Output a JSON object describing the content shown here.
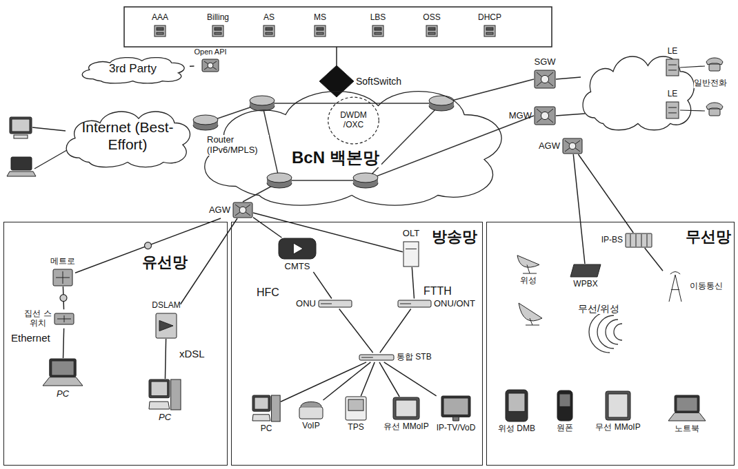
{
  "diagram": {
    "nodes": [
      {
        "text": [
          "AAA"
        ]
      },
      {
        "text": [
          "Billing"
        ]
      },
      {
        "text": [
          "AS"
        ]
      },
      {
        "text": [
          "MS"
        ]
      },
      {
        "text": [
          "LBS"
        ]
      },
      {
        "text": [
          "OSS"
        ]
      },
      {
        "text": [
          "DHCP"
        ]
      },
      {
        "text": [
          "3rd Party"
        ]
      },
      {
        "text": [
          "Open API"
        ]
      },
      {
        "text": [
          "SoftSwitch"
        ]
      },
      {
        "text": [
          "Internet (Best-Effort)"
        ]
      },
      {
        "text": [
          "BcN 백본망"
        ]
      },
      {
        "text": [
          "DWDM /OXC"
        ],
        "in": 11
      },
      {
        "text": [
          "SGW"
        ]
      },
      {
        "text": [
          "MGW"
        ]
      },
      {
        "text": [
          "LE"
        ]
      },
      {
        "text": [
          "LE"
        ]
      },
      {
        "text": [
          "AGW"
        ]
      },
      {
        "text": [
          "AGW"
        ]
      },
      {
        "text": [
          "유선망"
        ]
      },
      {
        "text": [
          "메트로"
        ],
        "in": 19
      },
      {
        "text": [
          "집선 스위치"
        ],
        "in": 19
      },
      {
        "text": [
          "PC"
        ],
        "in": 19
      },
      {
        "text": [
          "DSLAM"
        ],
        "in": 19
      },
      {
        "text": [
          "PC"
        ],
        "in": 19
      },
      {
        "text": [
          "방송망"
        ]
      },
      {
        "text": [
          "CMTS"
        ],
        "in": 25
      },
      {
        "text": [
          "OLT"
        ],
        "in": 25
      },
      {
        "text": [
          "ONU"
        ],
        "in": 25
      },
      {
        "text": [
          "ONU/ONT"
        ],
        "in": 25
      },
      {
        "text": [
          "통합 STB"
        ],
        "in": 25
      },
      {
        "text": [
          "PC"
        ],
        "in": 25
      },
      {
        "text": [
          "VoIP"
        ],
        "in": 25
      },
      {
        "text": [
          "TPS"
        ],
        "in": 25
      },
      {
        "text": [
          "유선 MMoIP"
        ],
        "in": 25
      },
      {
        "text": [
          "IP-TV/VoD"
        ],
        "in": 25
      },
      {
        "text": [
          "무선망"
        ]
      },
      {
        "text": [
          "위성"
        ],
        "in": 36
      },
      {
        "text": [
          "WPBX"
        ],
        "in": 36
      },
      {
        "text": [
          "IP-BS"
        ],
        "in": 36
      },
      {
        "text": [
          "이동통신"
        ],
        "in": 36
      },
      {
        "text": [
          "위성 DMB"
        ],
        "in": 36
      },
      {
        "text": [
          "원폰"
        ],
        "in": 36
      },
      {
        "text": [
          "무선 MMoIP"
        ],
        "in": 36
      },
      {
        "text": [
          "노트북"
        ],
        "in": 36
      }
    ],
    "edges": [
      {
        "from": 8,
        "to": 7,
        "arrow": "none"
      },
      {
        "from": 17,
        "to": 20,
        "arrow": "none"
      },
      {
        "from": 20,
        "to": 21,
        "arrow": "none"
      },
      {
        "from": 21,
        "to": 22,
        "arrow": "none"
      },
      {
        "from": 17,
        "to": 23,
        "arrow": "none"
      },
      {
        "from": 23,
        "to": 24,
        "arrow": "none"
      },
      {
        "from": 17,
        "to": 26,
        "arrow": "none"
      },
      {
        "from": 17,
        "to": 27,
        "arrow": "none"
      },
      {
        "from": 26,
        "to": 28,
        "arrow": "none"
      },
      {
        "from": 27,
        "to": 29,
        "arrow": "none"
      },
      {
        "from": 28,
        "to": 30,
        "arrow": "none"
      },
      {
        "from": 29,
        "to": 30,
        "arrow": "none"
      },
      {
        "from": 30,
        "to": 31,
        "arrow": "none"
      },
      {
        "from": 30,
        "to": 32,
        "arrow": "none"
      },
      {
        "from": 30,
        "to": 33,
        "arrow": "none"
      },
      {
        "from": 30,
        "to": 34,
        "arrow": "none"
      },
      {
        "from": 30,
        "to": 35,
        "arrow": "none"
      },
      {
        "from": 18,
        "to": 38,
        "arrow": "none"
      },
      {
        "from": 18,
        "to": 39,
        "arrow": "none"
      },
      {
        "from": 39,
        "to": 40,
        "arrow": "none"
      }
    ],
    "labels": [
      "Router (IPv6/MPLS)",
      "일반전화",
      "Ethernet",
      "xDSL",
      "HFC",
      "FTTH",
      "무선/위성"
    ]
  }
}
